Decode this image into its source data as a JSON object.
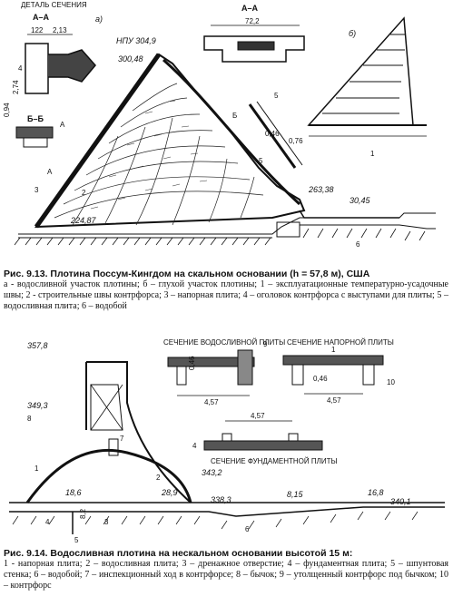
{
  "figure1": {
    "labels": {
      "detail_section": "ДЕТАЛЬ СЕЧЕНИЯ",
      "section_aa_left": "А–А",
      "section_aa_top": "А–А",
      "section_bb": "Б–Б",
      "dim_122": "122",
      "dim_213": "2,13",
      "dim_272": "72,2",
      "dim_094": "0,94",
      "dim_274": "2,74",
      "dim_046": "0,46",
      "dim_076": "0,76",
      "part_a": "а)",
      "part_b": "б)",
      "npu": "НПУ 304,9",
      "elev_300": "300,48",
      "elev_263": "263,38",
      "elev_3045": "30,45",
      "elev_2248": "224,87",
      "letter_a1": "А",
      "letter_a2": "А",
      "letter_b": "Б",
      "num_1": "1",
      "num_2": "2",
      "num_3": "3",
      "num_4": "4",
      "num_5": "5",
      "num_6": "6"
    },
    "caption_title": "Рис. 9.13. Плотина Поссум-Кингдом на скальном основании (h = 57,8 м), США",
    "caption_text": "а - водосливной участок плотины; б – глухой участок плотины; 1 – эксплуатационные температурно-усадочные швы; 2 - строительные швы контрфорса; 3 – напорная плита; 4 – оголовок контрфорса с выступами для плиты; 5 – водосливная плита; 6 – водобой"
  },
  "figure2": {
    "labels": {
      "sec_spill": "СЕЧЕНИЕ ВОДОСЛИВНОЙ ПЛИТЫ",
      "sec_head": "СЕЧЕНИЕ НАПОРНОЙ ПЛИТЫ",
      "sec_found": "СЕЧЕНИЕ ФУНДАМЕНТНОЙ ПЛИТЫ",
      "elev_3578": "357,8",
      "elev_3493": "349,3",
      "elev_3432": "343,2",
      "elev_3383": "338,3",
      "elev_3401": "340,1",
      "dim_457a": "4,57",
      "dim_457b": "4,57",
      "dim_457c": "4,57",
      "dim_046a": "0,46",
      "dim_046b": "0,46",
      "dim_186": "18,6",
      "dim_289": "28,9",
      "dim_815": "8,15",
      "dim_168": "16,8",
      "dim_82": "8,2",
      "n1": "1",
      "n2": "2",
      "n3": "3",
      "n4": "4",
      "n5": "5",
      "n6": "6",
      "n7": "7",
      "n8": "8",
      "n9": "9",
      "n10": "10",
      "n1b": "1",
      "n4b": "4"
    },
    "caption_title": "Рис. 9.14. Водосливная плотина на нескальном основании высотой 15 м:",
    "caption_text": "1 - напорная плита; 2 – водосливная плита; 3 – дренажное отверстие; 4 – фундаментная плита; 5 – шпунтовая стенка; 6 – водобой; 7 – инспекционный ход в контрфорсе; 8 – бычок; 9 – утолщенный контрфорс под бычком; 10 – контрфорс"
  }
}
